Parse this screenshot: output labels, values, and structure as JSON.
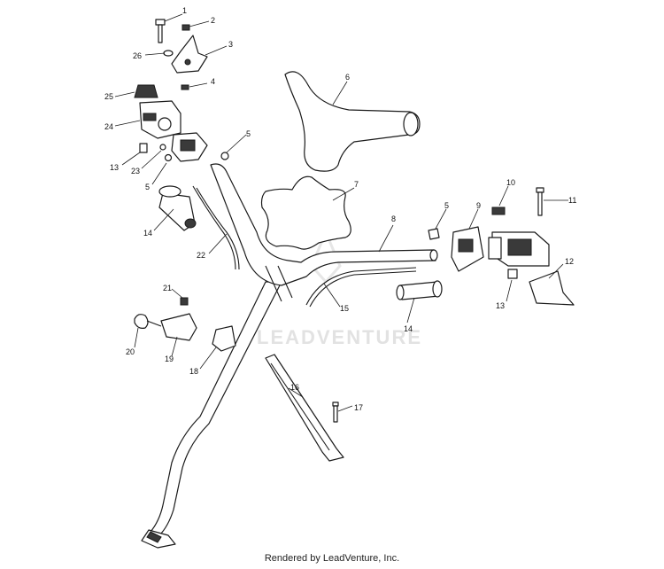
{
  "watermark": "LEADVENTURE",
  "footer": "Rendered by LeadVenture, Inc.",
  "callouts": [
    "1",
    "2",
    "3",
    "26",
    "4",
    "25",
    "24",
    "13",
    "23",
    "5",
    "5",
    "6",
    "7",
    "8",
    "5",
    "9",
    "10",
    "11",
    "12",
    "13",
    "14",
    "14",
    "22",
    "15",
    "21",
    "20",
    "19",
    "18",
    "16",
    "17"
  ]
}
